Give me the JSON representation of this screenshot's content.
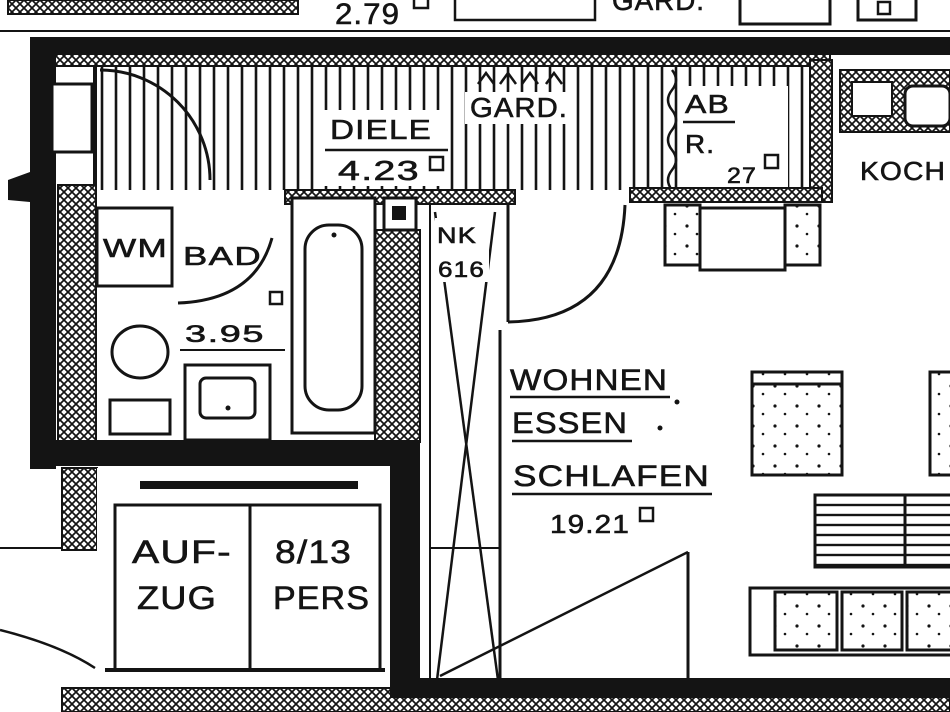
{
  "top_fragment": {
    "area": "2.79",
    "room": "GARD."
  },
  "rooms": {
    "diele": {
      "name": "DIELE",
      "area": "4.23"
    },
    "gard": {
      "name": "GARD."
    },
    "abr": {
      "name_1": "AB",
      "name_2": "R.",
      "area": "27"
    },
    "koch": {
      "name": "KOCH"
    },
    "bad": {
      "name": "BAD",
      "area": "3.95",
      "appliance": "WM"
    },
    "nk": {
      "name": "NK",
      "number": "616"
    },
    "wohnen": {
      "line_1": "WOHNEN",
      "line_2": "ESSEN",
      "line_3": "SCHLAFEN",
      "area": "19.21"
    },
    "aufzug": {
      "name_1": "AUF-",
      "name_2": "ZUG",
      "capacity_1": "8/13",
      "capacity_2": "PERS"
    }
  },
  "colors": {
    "ink": "#141414",
    "paper": "#ffffff"
  }
}
